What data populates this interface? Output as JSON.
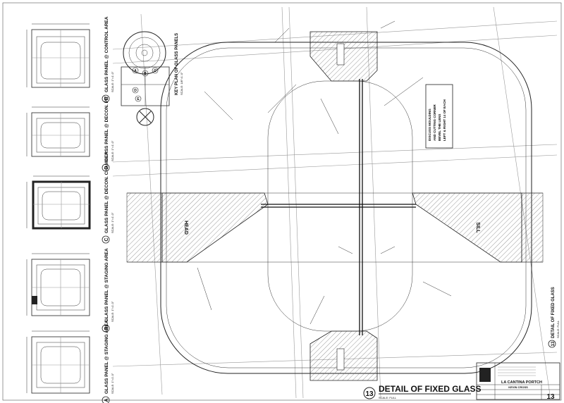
{
  "main_detail": {
    "number": "13",
    "title": "DETAIL OF FIXED GLASS",
    "scale": "SCALE: FULL",
    "head_label": "HEAD",
    "sill_label": "SILL",
    "note_lines": [
      "DISCUSS MOULDING",
      "AND CUTTING CORNER",
      "BEVEL THE LENS",
      "LEFT & RIGHT 14 OF EACH"
    ]
  },
  "side_label": {
    "number": "13",
    "title": "DETAIL OF FIXED GLASS",
    "scale": "SCALE: FULL"
  },
  "key_plan": {
    "title": "KEY PLAN OF GLASS PANELS",
    "scale": "SCALE: 1/8\"=1'-0\"",
    "markers": [
      "A",
      "B",
      "C",
      "D",
      "E"
    ]
  },
  "panels": [
    {
      "letter": "A",
      "title": "GLASS PANEL @ STAGING AREA",
      "scale": "SCALE: 1\"=1'-0\"",
      "sheet_tag": "13"
    },
    {
      "letter": "B",
      "title": "GLASS PANEL @ STAGING AREA",
      "scale": "SCALE: 1\"=1'-0\"",
      "sheet_tag": "13"
    },
    {
      "letter": "C",
      "title": "GLASS PANEL @ DECON. CHAMBER",
      "scale": "SCALE: 1\"=1'-0\"",
      "sheet_tag": "13"
    },
    {
      "letter": "D",
      "title": "GLASS PANEL @ DECON. PIT",
      "scale": "SCALE: 1\"=1'-0\"",
      "sheet_tag": "13"
    },
    {
      "letter": "E",
      "title": "GLASS PANEL @ CONTROL AREA",
      "scale": "SCALE: 1\"=1'-0\"",
      "sheet_tag": "13"
    }
  ],
  "title_block": {
    "project": "LA CANTINA PORTCH",
    "drawn_by": "KEVIN CROSS",
    "sheet": "13"
  }
}
